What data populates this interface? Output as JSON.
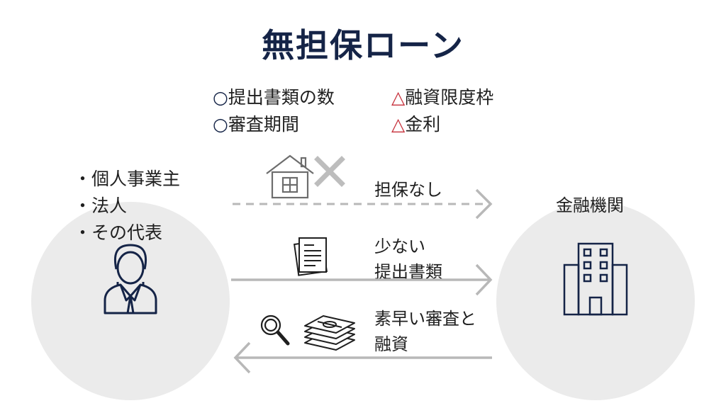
{
  "title": "無担保ローン",
  "points": {
    "good_mark": "○",
    "bad_mark": "△",
    "good": [
      "提出書類の数",
      "審査期間"
    ],
    "bad": [
      "融資限度枠",
      "金利"
    ],
    "good_color": "#152447",
    "bad_color": "#c62f3a"
  },
  "borrower": {
    "bullet": "・",
    "items": [
      "個人事業主",
      "法人",
      "その代表"
    ]
  },
  "lender": {
    "label": "金融機関"
  },
  "flows": {
    "no_collateral": "担保なし",
    "few_docs_line1": "少ない",
    "few_docs_line2": "提出書類",
    "fast_line1": "素早い審査と",
    "fast_line2": "融資"
  },
  "icons": [
    "house-icon",
    "cross-icon",
    "document-icon",
    "magnifier-icon",
    "money-stack-icon",
    "businessman-icon",
    "building-icon"
  ]
}
